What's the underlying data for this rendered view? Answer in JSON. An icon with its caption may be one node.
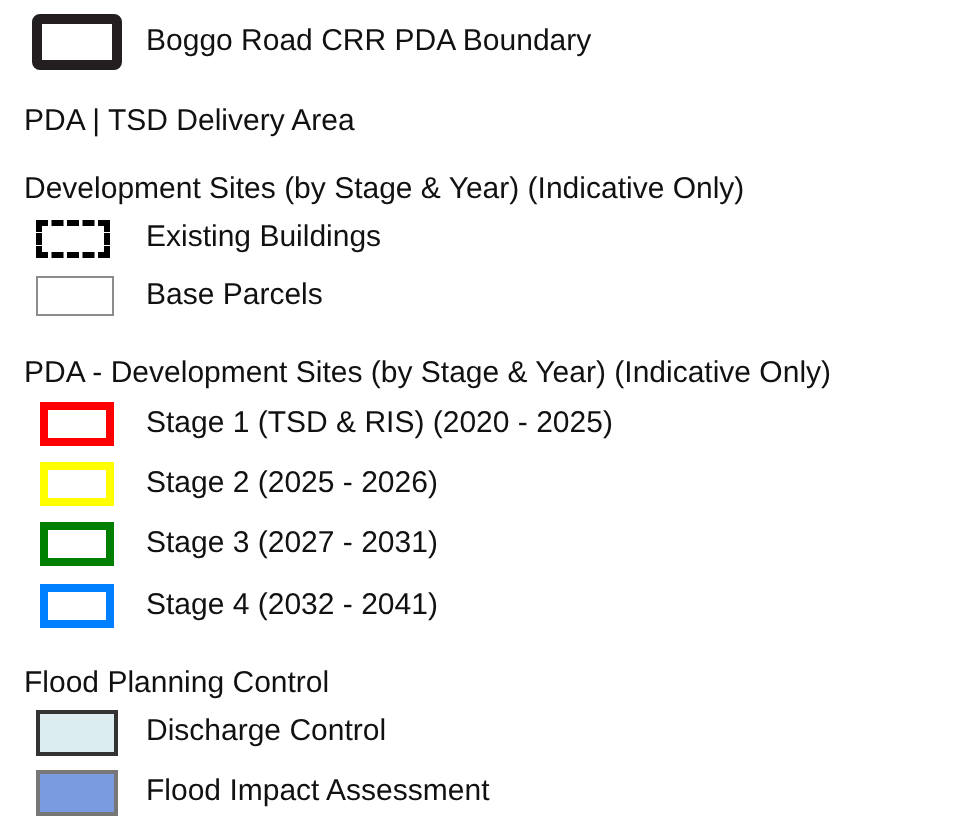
{
  "diagram": {
    "labels": [
      "PDA | TSD Delivery Area",
      "Development Sites (by Stage & Year) (Indicative Only)",
      "PDA - Development Sites (by Stage & Year) (Indicative Only)",
      "Flood Planning Control"
    ],
    "legend": [
      {
        "text": "Boggo Road CRR PDA Boundary",
        "color": "#231f20"
      },
      {
        "text": "Existing Buildings",
        "color": "#000000"
      },
      {
        "text": "Base Parcels",
        "color": "#8c8c8c"
      },
      {
        "text": "Stage 1 (TSD & RIS) (2020 - 2025)",
        "color": "#ff0000"
      },
      {
        "text": "Stage 2 (2025 - 2026)",
        "color": "#ffff00"
      },
      {
        "text": "Stage 3 (2027 - 2031)",
        "color": "#008000"
      },
      {
        "text": "Stage 4 (2032 - 2041)",
        "color": "#0080ff"
      },
      {
        "text": "Discharge Control",
        "color": "#dcedf2"
      },
      {
        "text": "Flood Impact Assessment",
        "color": "#7b9be0"
      }
    ]
  }
}
